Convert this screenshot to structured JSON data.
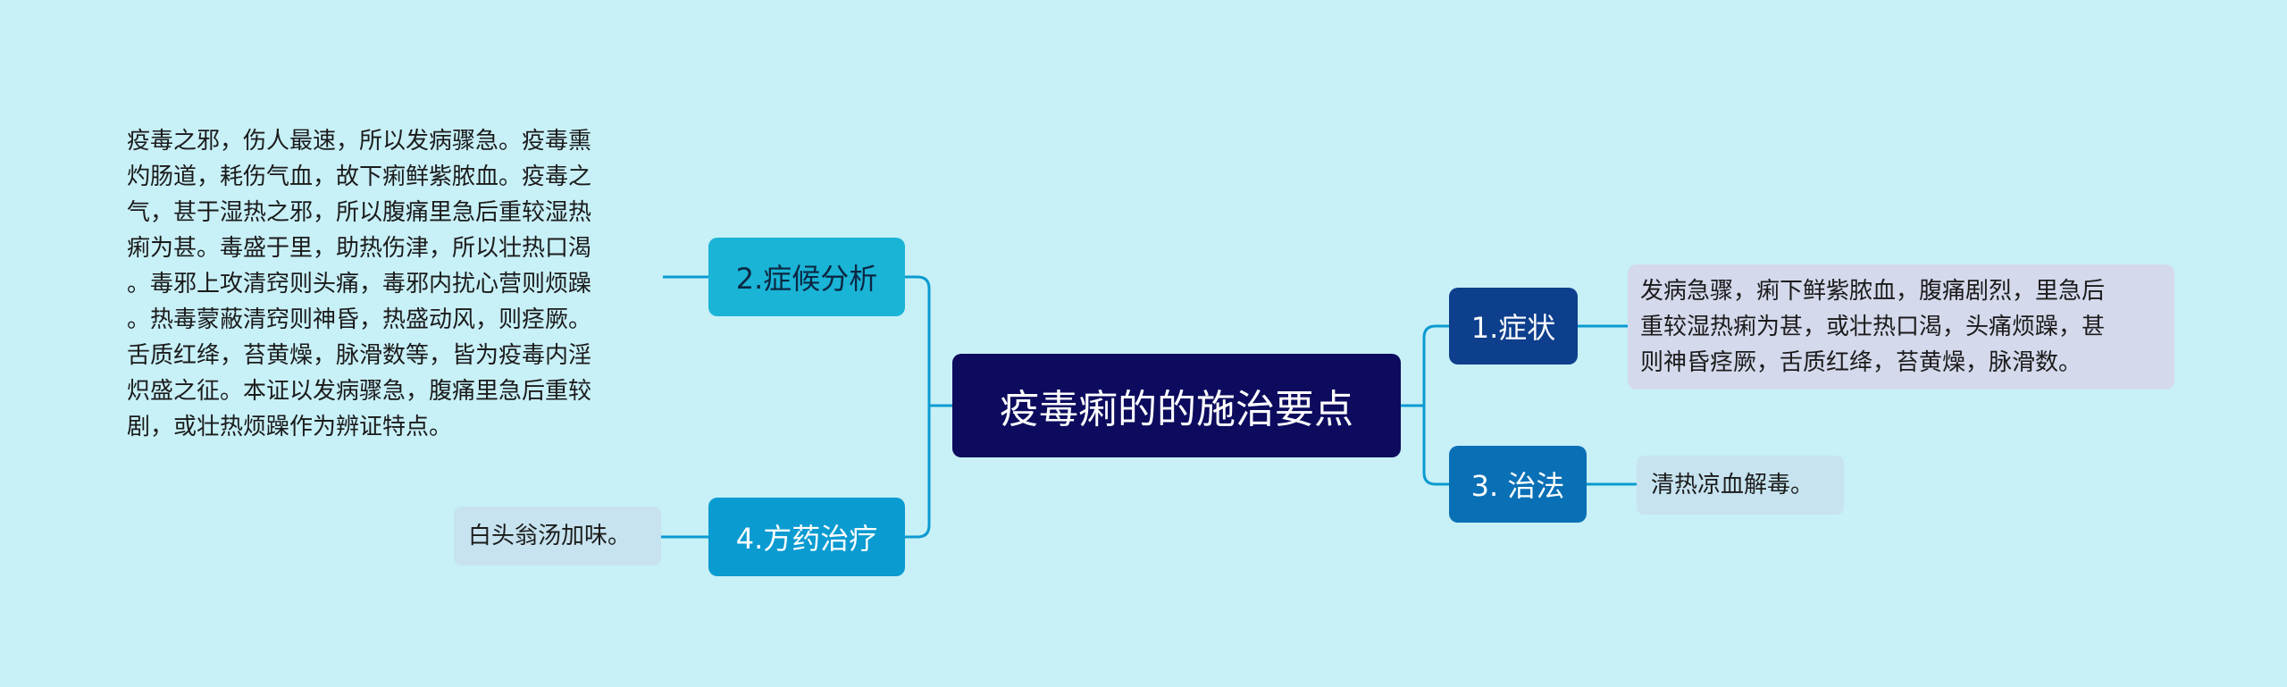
{
  "root": {
    "title": "疫毒痢的的施治要点"
  },
  "branches": {
    "symptom": {
      "label": "1.症状",
      "detail": "发病急骤，痢下鲜紫脓血，腹痛剧烈，里急后\n重较湿热痢为甚，或壮热口渴，头痛烦躁，甚\n则神昏痉厥，舌质红绛，苔黄燥，脉滑数。"
    },
    "analysis": {
      "label": "2.症候分析",
      "detail": "疫毒之邪，伤人最速，所以发病骤急。疫毒熏\n灼肠道，耗伤气血，故下痢鲜紫脓血。疫毒之\n气，甚于湿热之邪，所以腹痛里急后重较湿热\n痢为甚。毒盛于里，助热伤津，所以壮热口渴\n。毒邪上攻清窍则头痛，毒邪内扰心营则烦躁\n。热毒蒙蔽清窍则神昏，热盛动风，则痉厥。\n舌质红绛，苔黄燥，脉滑数等，皆为疫毒内淫\n炽盛之征。本证以发病骤急，腹痛里急后重较\n剧，或壮热烦躁作为辨证特点。"
    },
    "treatment": {
      "label": "3. 治法",
      "detail": "清热凉血解毒。"
    },
    "formula": {
      "label": "4.方药治疗",
      "detail": "白头翁汤加味。"
    }
  },
  "colors": {
    "background": "#c8f0f7",
    "root": "#0c0b5e",
    "symptom": "#0d3f8c",
    "treatment": "#0a70b6",
    "analysis": "#1ab4d6",
    "formula": "#0a9bd1",
    "connector": "#0a9bd1"
  }
}
